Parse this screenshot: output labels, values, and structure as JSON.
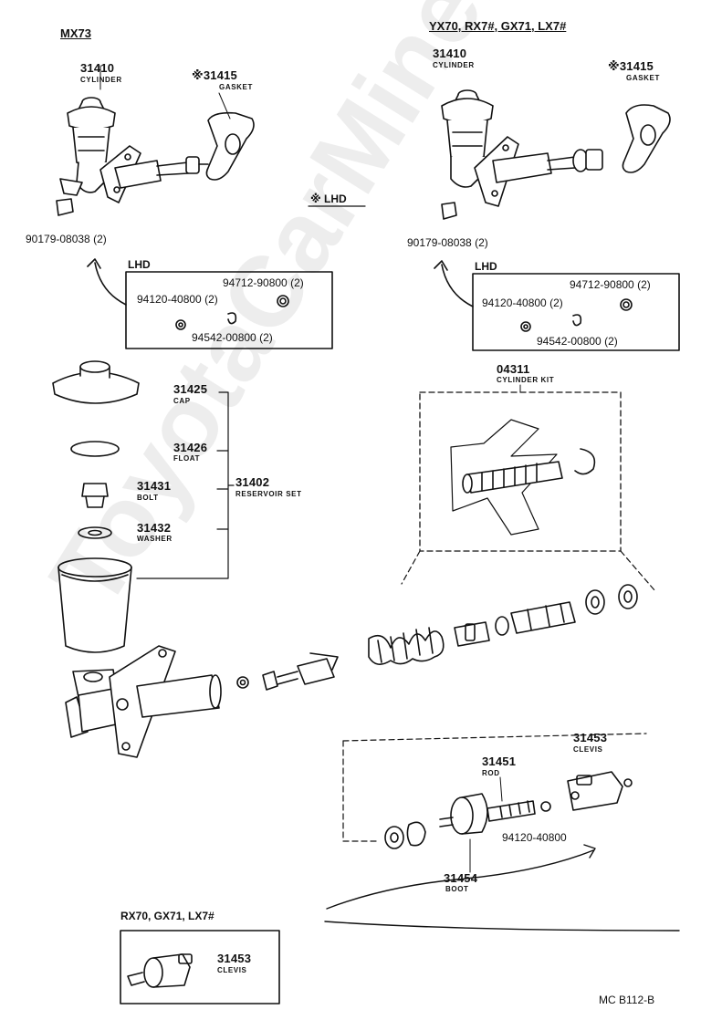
{
  "watermark": "ToyotaCarMine.ru",
  "page_code": "MC B112-B",
  "left_group": {
    "model": "MX73",
    "cylinder_no": "31410",
    "cylinder_name": "CYLINDER",
    "gasket_no": "※31415",
    "gasket_name": "GASKET",
    "nut_no": "90179-08038 (2)",
    "lhd_note": "※ LHD",
    "lhd_box_title": "LHD",
    "lhd_parts": [
      "94712-90800 (2)",
      "94120-40800 (2)",
      "94542-00800 (2)"
    ]
  },
  "right_group": {
    "model": "YX70, RX7#, GX71, LX7#",
    "cylinder_no": "31410",
    "cylinder_name": "CYLINDER",
    "gasket_no": "※31415",
    "gasket_name": "GASKET",
    "nut_no": "90179-08038 (2)",
    "lhd_box_title": "LHD",
    "lhd_parts": [
      "94712-90800 (2)",
      "94120-40800 (2)",
      "94542-00800 (2)"
    ]
  },
  "reservoir": {
    "cap_no": "31425",
    "cap_name": "CAP",
    "float_no": "31426",
    "float_name": "FLOAT",
    "bolt_no": "31431",
    "bolt_name": "BOLT",
    "washer_no": "31432",
    "washer_name": "WASHER",
    "set_no": "31402",
    "set_name": "RESERVOIR SET"
  },
  "kit": {
    "no": "04311",
    "name": "CYLINDER KIT"
  },
  "pushrod": {
    "rod_no": "31451",
    "rod_name": "ROD",
    "clevis_no": "31453",
    "clevis_name": "CLEVIS",
    "nut_no": "94120-40800",
    "boot_no": "31454",
    "boot_name": "BOOT"
  },
  "bottom_box": {
    "model": "RX70, GX71, LX7#",
    "clevis_no": "31453",
    "clevis_name": "CLEVIS"
  }
}
